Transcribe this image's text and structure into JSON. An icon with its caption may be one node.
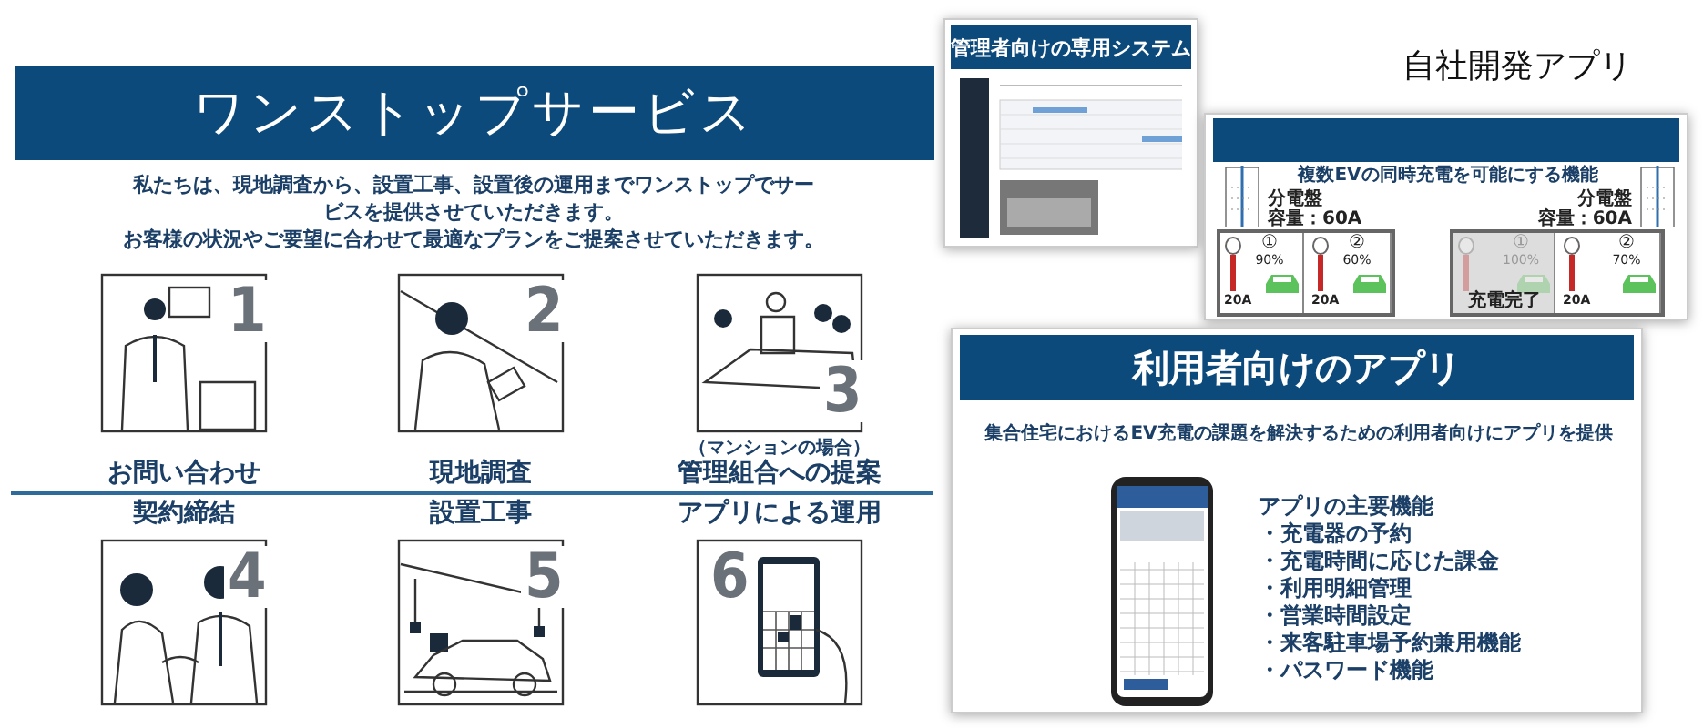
{
  "diagram": {
    "title": "ワンストップサービス",
    "nodes": [
      {
        "text": [
          "1",
          "お問い合わせ"
        ]
      },
      {
        "text": [
          "2",
          "現地調査"
        ]
      },
      {
        "text": [
          "3",
          "（マンションの場合）",
          "管理組合への提案"
        ]
      },
      {
        "text": [
          "契約締結",
          "4"
        ]
      },
      {
        "text": [
          "設置工事",
          "5"
        ]
      },
      {
        "text": [
          "アプリによる運用",
          "6"
        ]
      },
      {
        "text": [
          "管理者向けの専用システム"
        ]
      },
      {
        "text": [
          "複数EVの同時充電を可能にする機能"
        ]
      },
      {
        "text": [
          "①",
          "90%",
          "20A"
        ],
        "in": 7
      },
      {
        "text": [
          "②",
          "60%",
          "20A"
        ],
        "in": 7
      },
      {
        "text": [
          "①",
          "100%",
          "充電完了"
        ],
        "in": 7
      },
      {
        "text": [
          "②",
          "70%",
          "20A"
        ],
        "in": 7
      },
      {
        "text": [
          "利用者向けのアプリ",
          "集合住宅におけるEV充電の課題を解決するための利用者向けにアプリを提供",
          "アプリの主要機能",
          "・充電器の予約",
          "・充電時間に応じた課金",
          "・利用明細管理",
          "・営業時間設定",
          "・来客駐車場予約兼用機能",
          "・パスワード機能"
        ]
      }
    ],
    "labels": [
      "私たちは、現地調査から、設置工事、設置後の運用までワンストップでサービスを提供させていただきます。",
      "お客様の状況やご要望に合わせて最適なプランをご提案させていただきます。",
      "自社開発アプリ",
      "分電盤",
      "容量：60A",
      "分電盤",
      "容量：60A"
    ]
  }
}
